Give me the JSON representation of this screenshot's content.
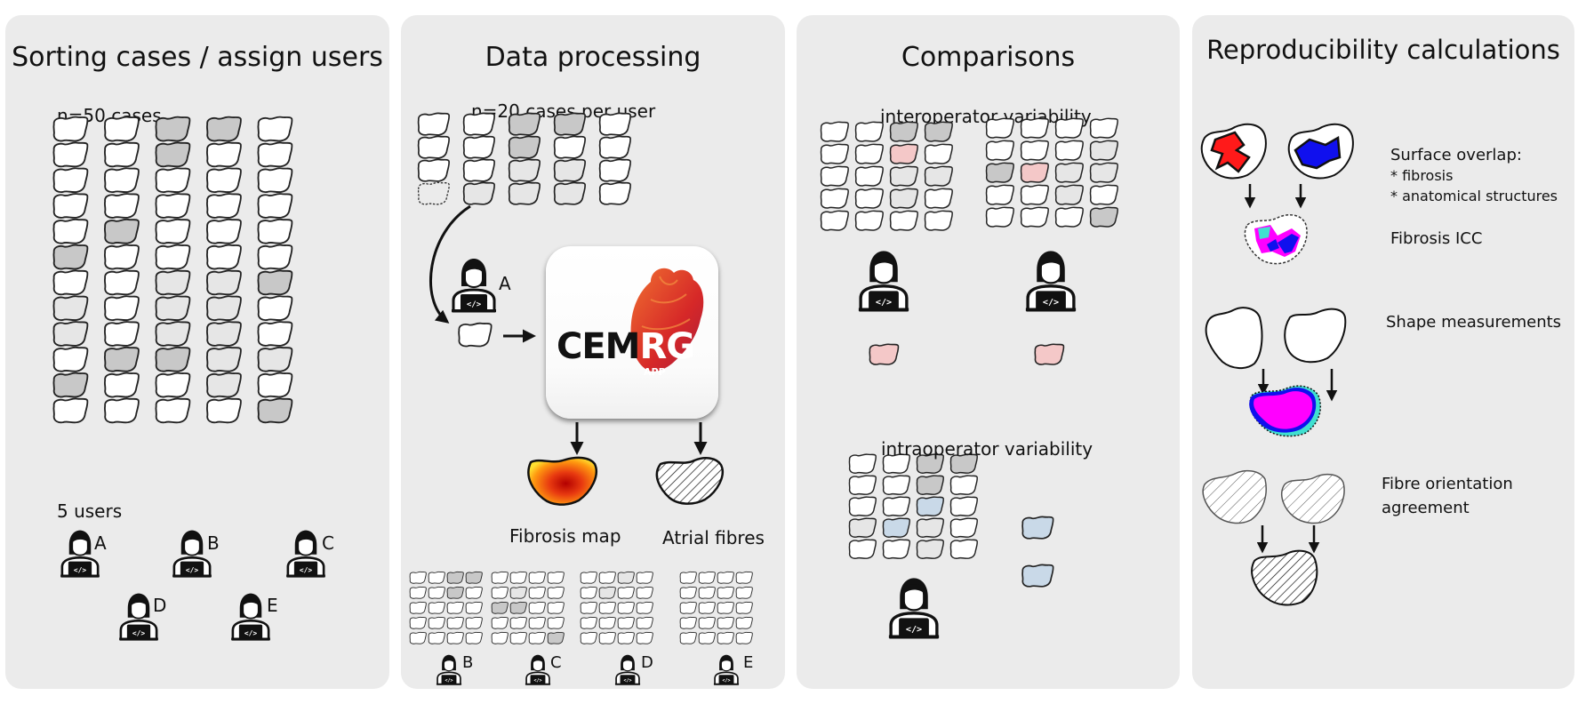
{
  "panels": {
    "sorting": {
      "title": "Sorting cases / assign users",
      "cases_label": "n=50 cases",
      "users_label": "5 users",
      "users": [
        "A",
        "B",
        "C",
        "D",
        "E"
      ]
    },
    "processing": {
      "title": "Data processing",
      "cases_label": "n=20 cases per user",
      "operator": "A",
      "app_name_left": "CEM",
      "app_name_right": "RG",
      "app_sub": "APP",
      "output_fibrosis": "Fibrosis map",
      "output_fibres": "Atrial fibres",
      "other_users": [
        "B",
        "C",
        "D",
        "E"
      ]
    },
    "comparisons": {
      "title": "Comparisons",
      "inter_label": "interoperator variability",
      "intra_label": "intraoperator variability"
    },
    "reproducibility": {
      "title": "Reproducibility calculations",
      "surface_title": "Surface overlap:",
      "surface_item1": "* fibrosis",
      "surface_item2": "* anatomical structures",
      "icc_label": "Fibrosis ICC",
      "shape_label": "Shape measurements",
      "fibre_label1": "Fibre orientation",
      "fibre_label2": "agreement"
    }
  },
  "colors": {
    "panel_bg": "#ebebeb",
    "case_gray": "#c8c8c8",
    "case_light": "#e6e6e6",
    "case_pink": "#f4c8c8",
    "case_blue": "#c9d9e8",
    "fibrosis_red": "#ff1a1a",
    "fibrosis_blue": "#1010ee",
    "overlap_magenta": "#ff00ff",
    "overlap_cyan": "#40e0d0",
    "cemrg_red": "#d62828"
  },
  "icons": {
    "case": "atrial-shape-icon",
    "user": "user-laptop-icon",
    "app": "cemrg-heart-icon"
  }
}
